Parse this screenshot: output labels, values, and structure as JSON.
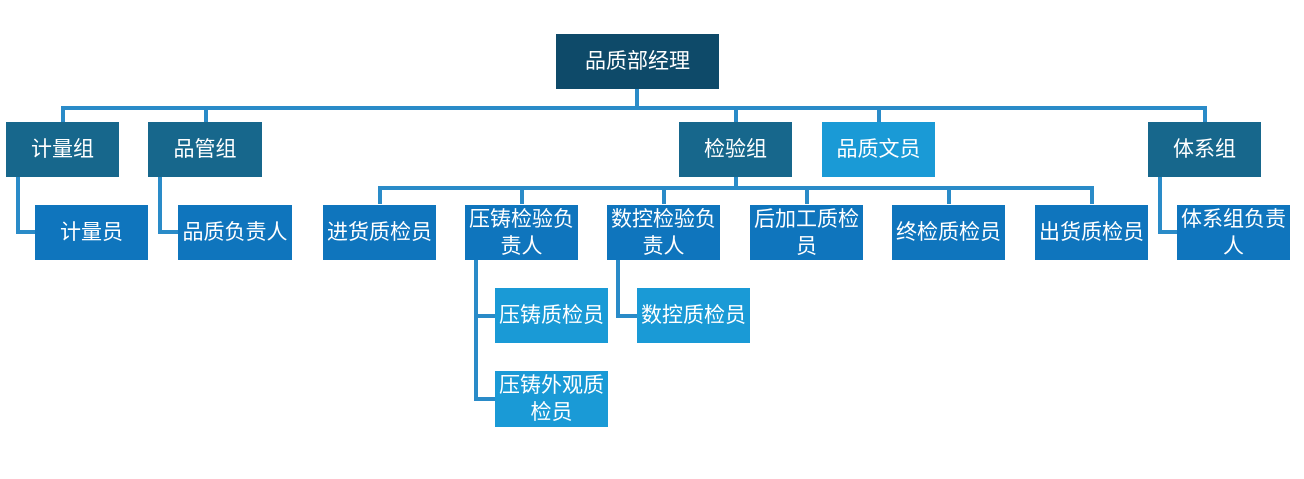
{
  "colors": {
    "root": "#0e4a69",
    "group": "#17678c",
    "member": "#0f75bd",
    "sub_member": "#1a9ad6",
    "connector": "#2a8bc8"
  },
  "nodes": {
    "root": "品质部经理",
    "metrology_group": "计量组",
    "quality_mgmt_group": "品管组",
    "inspection_group": "检验组",
    "quality_clerk": "品质文员",
    "system_group": "体系组",
    "metrologist": "计量员",
    "quality_lead": "品质负责人",
    "incoming_inspector": "进货质检员",
    "die_casting_lead": "压铸检验负责人",
    "cnc_lead": "数控检验负责人",
    "post_processing_inspector": "后加工质检员",
    "final_inspector": "终检质检员",
    "outgoing_inspector": "出货质检员",
    "system_group_lead": "体系组负责人",
    "die_casting_inspector": "压铸质检员",
    "die_casting_appearance_inspector": "压铸外观质检员",
    "cnc_inspector": "数控质检员"
  }
}
